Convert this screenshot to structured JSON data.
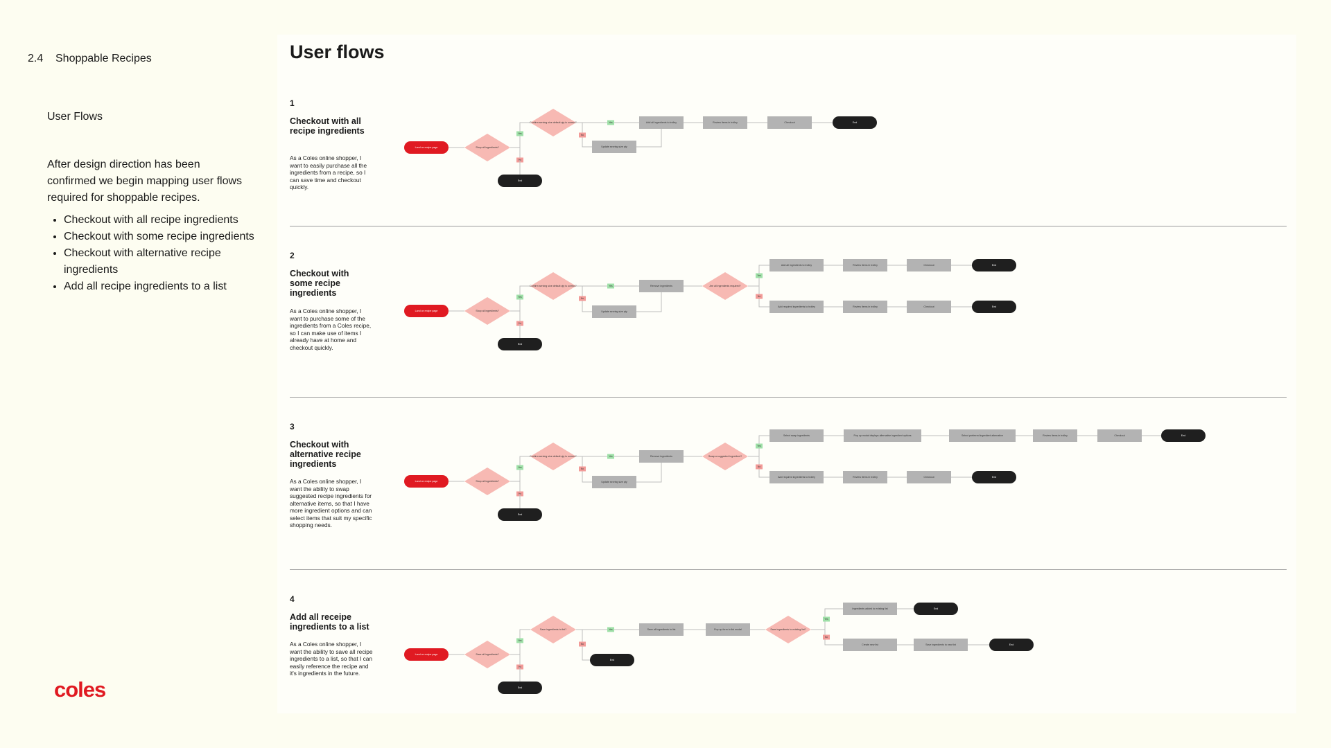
{
  "sidebar": {
    "section_number": "2.4",
    "section_title": "Shoppable Recipes",
    "sub_heading": "User Flows",
    "intro": "After design direction has been confirmed we begin mapping user flows required for shoppable recipes.",
    "bullets": [
      "Checkout with all recipe ingredients",
      "Checkout with some recipe ingredients",
      "Checkout with alternative recipe ingredients",
      "Add all recipe ingredients to a list"
    ],
    "logo": "coles"
  },
  "colors": {
    "background": "#fdfdf1",
    "brand_red": "#e01a22",
    "decision_pink": "#f7b9b3",
    "process_gray": "#b3b3b3",
    "terminal_dark": "#1f1f1f",
    "yes_green": "#9fe0a8",
    "no_red": "#f29b98"
  },
  "main": {
    "title": "User flows",
    "flows": [
      {
        "number": "1",
        "title": "Checkout with all recipe ingredients",
        "description": "As a Coles online shopper, I want to easily purchase all the ingredients from a recipe, so I can save time and checkout quickly.",
        "start": "Land on recipe page",
        "decisions": [
          "Shop all ingredients?",
          "Confirm serving size default qty is correct?"
        ],
        "processes": [
          "Add all ingredients to trolley",
          "Review items in trolley",
          "Checkout",
          "Update serving size qty"
        ],
        "end": "End",
        "yes": "Yes",
        "no": "No"
      },
      {
        "number": "2",
        "title": "Checkout with some recipe ingredients",
        "description": "As a Coles online shopper, I want to purchase some of the ingredients from a Coles recipe, so I can make use of items I already have at home and checkout quickly.",
        "start": "Land on recipe page",
        "decisions": [
          "Shop all ingredients?",
          "Confirm serving size default qty is correct?",
          "Are all ingredients required?"
        ],
        "processes": [
          "Remove ingredients",
          "Update serving size qty",
          "Add all ingredients to trolley",
          "Review items in trolley",
          "Checkout",
          "Add required ingredients to trolley"
        ],
        "end": "End",
        "yes": "Yes",
        "no": "No"
      },
      {
        "number": "3",
        "title": "Checkout with alternative recipe ingredients",
        "description": "As a Coles online shopper, I want the ability to swap suggested recipe ingredients for alternative items, so that I have more ingredient options and can select items that suit my specific shopping needs.",
        "start": "Land on recipe page",
        "decisions": [
          "Shop all ingredients?",
          "Confirm serving size default qty is correct?",
          "Swap a suggested ingredient?"
        ],
        "processes": [
          "Remove ingredients",
          "Update serving size qty",
          "Select swap ingredients",
          "Pop up modal displays alternative ingredient options",
          "Select preferred ingredient alternative",
          "Review items in trolley",
          "Checkout",
          "Add required ingredients to trolley"
        ],
        "end": "End",
        "yes": "Yes",
        "no": "No"
      },
      {
        "number": "4",
        "title": "Add all receipe ingredients to a list",
        "description": "As a Coles online shopper, I want the ability to save all recipe ingredients to a list, so that I can easily reference the recipe and it's ingredients in the future.",
        "start": "Land on recipe page",
        "decisions": [
          "Save all ingredients?",
          "Save ingredients to list?",
          "Save ingredients to existing list?"
        ],
        "processes": [
          "Save all ingredients to list",
          "Pop up form to list modal",
          "Ingredients added to existing list",
          "Create new list",
          "Save ingredients to new list"
        ],
        "end": "End",
        "yes": "Yes",
        "no": "No"
      }
    ]
  }
}
